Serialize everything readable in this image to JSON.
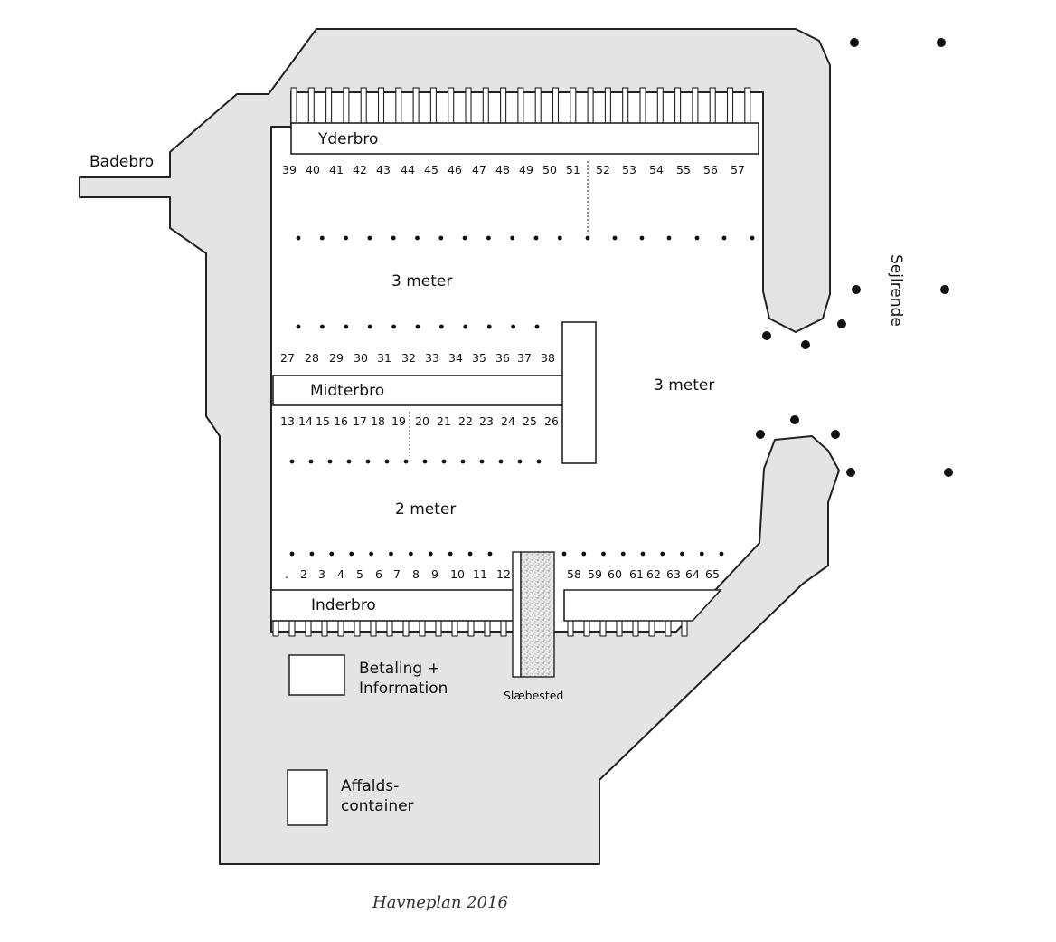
{
  "caption": "Havneplan 2016",
  "labels": {
    "badebro": "Badebro",
    "yderbro": "Yderbro",
    "midterbro": "Midterbro",
    "inderbro": "Inderbro",
    "sejlrende": "Sejlrende",
    "depth_outer": "3 meter",
    "depth_entrance": "3 meter",
    "depth_inner": "2 meter",
    "betaling_line1": "Betaling +",
    "betaling_line2": "Information",
    "slaebested": "Slæbested",
    "affald_line1": "Affalds-",
    "affald_line2": "container"
  },
  "berths": {
    "yderbro": [
      "39",
      "40",
      "41",
      "42",
      "43",
      "44",
      "45",
      "46",
      "47",
      "48",
      "49",
      "50",
      "51",
      "52",
      "53",
      "54",
      "55",
      "56",
      "57"
    ],
    "midterbro_north": [
      "27",
      "28",
      "29",
      "30",
      "31",
      "32",
      "33",
      "34",
      "35",
      "36",
      "37",
      "38"
    ],
    "midterbro_south": [
      "13",
      "14",
      "15",
      "16",
      "17",
      "18",
      "19",
      "20",
      "21",
      "22",
      "23",
      "24",
      "25",
      "26"
    ],
    "inderbro_west": [
      ".",
      "2",
      "3",
      "4",
      "5",
      "6",
      "7",
      "8",
      "9",
      "10",
      "11",
      "12"
    ],
    "inderbro_east": [
      "58",
      "59",
      "60",
      "61",
      "62",
      "63",
      "64",
      "65"
    ]
  },
  "colors": {
    "land": "#e4e4e4",
    "outline": "#222222",
    "water": "#ffffff"
  }
}
